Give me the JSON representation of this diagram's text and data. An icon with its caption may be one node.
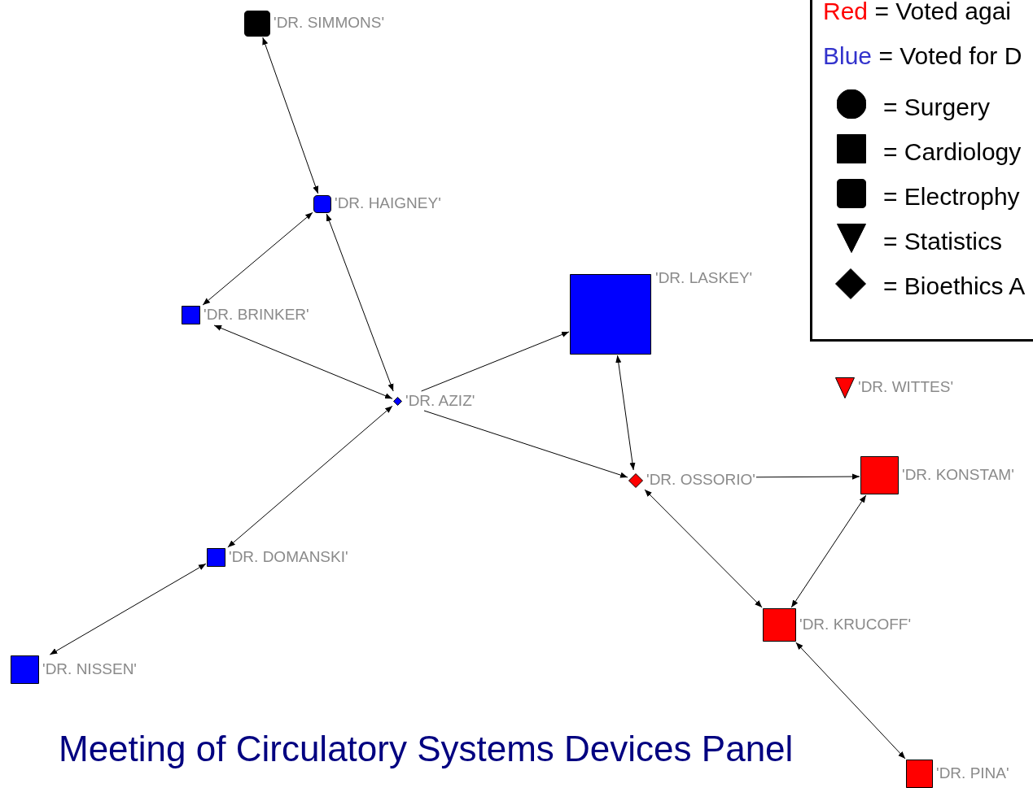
{
  "diagram": {
    "caption": "Meeting of Circulatory Systems Devices Panel",
    "nodes": [
      {
        "text": [
          "'DR. SIMMONS'"
        ]
      },
      {
        "text": [
          "'DR. HAIGNEY'"
        ]
      },
      {
        "text": [
          "'DR. LASKEY'"
        ]
      },
      {
        "text": [
          "'DR. BRINKER'"
        ]
      },
      {
        "text": [
          "'DR. WITTES'"
        ]
      },
      {
        "text": [
          "'DR. AZIZ'"
        ]
      },
      {
        "text": [
          "'DR. KONSTAM'"
        ]
      },
      {
        "text": [
          "'DR. OSSORIO'"
        ]
      },
      {
        "text": [
          "'DR. DOMANSKI'"
        ]
      },
      {
        "text": [
          "'DR. KRUCOFF'"
        ]
      },
      {
        "text": [
          "'DR. NISSEN'"
        ]
      },
      {
        "text": [
          "'DR. PINA'"
        ]
      }
    ],
    "edges": [
      {
        "from": 0,
        "to": 1,
        "arrow": "both"
      },
      {
        "from": 3,
        "to": 1,
        "arrow": "both"
      },
      {
        "from": 3,
        "to": 5,
        "arrow": "both"
      },
      {
        "from": 1,
        "to": 5,
        "arrow": "both"
      },
      {
        "from": 8,
        "to": 5,
        "arrow": "both"
      },
      {
        "from": 10,
        "to": 8,
        "arrow": "both"
      },
      {
        "from": 5,
        "to": 2,
        "arrow": "to"
      },
      {
        "from": 5,
        "to": 7,
        "arrow": "to"
      },
      {
        "from": 2,
        "to": 7,
        "arrow": "both"
      },
      {
        "from": 7,
        "to": 6,
        "arrow": "to"
      },
      {
        "from": 7,
        "to": 9,
        "arrow": "both"
      },
      {
        "from": 6,
        "to": 9,
        "arrow": "both"
      },
      {
        "from": 9,
        "to": 11,
        "arrow": "both"
      }
    ],
    "legend": [
      {
        "text": "Red = Voted agai",
        "color": "#ff0000"
      },
      {
        "text": "Blue = Voted for D",
        "color": "#3333cc"
      },
      {
        "text": "= Surgery"
      },
      {
        "text": "= Cardiology"
      },
      {
        "text": "= Electrophy"
      },
      {
        "text": "= Statistics"
      },
      {
        "text": "= Bioethics A"
      }
    ]
  }
}
